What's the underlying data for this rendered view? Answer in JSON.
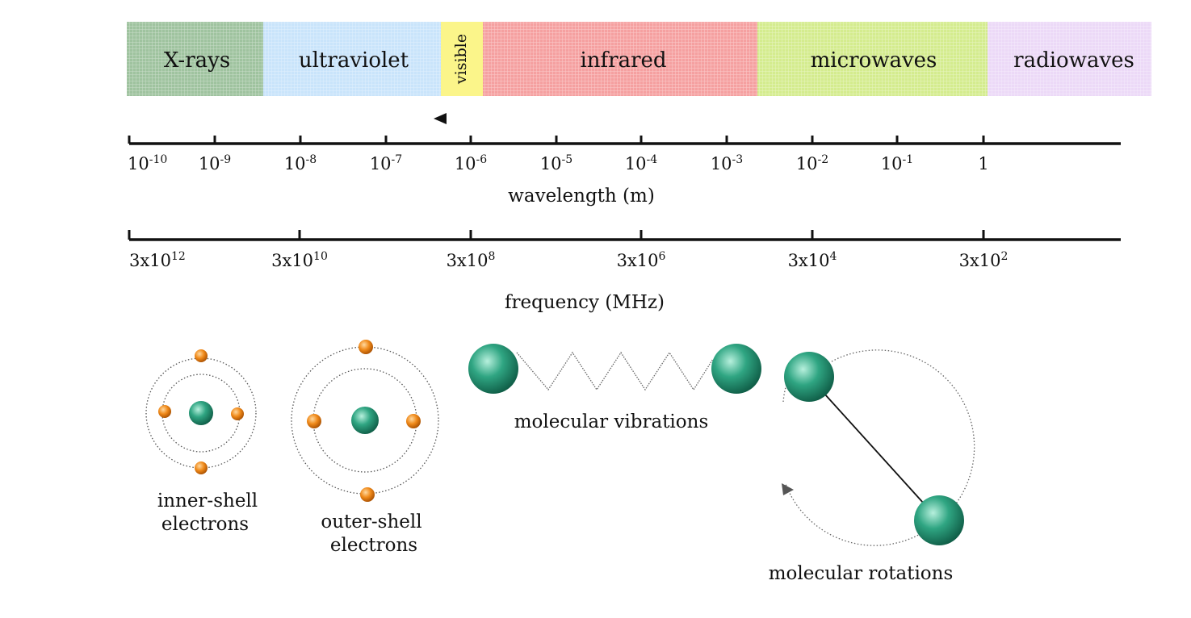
{
  "spectrum_bands": [
    {
      "id": "xrays",
      "label": "X-rays",
      "color": "#9fc39f"
    },
    {
      "id": "ultraviolet",
      "label": "ultraviolet",
      "color": "#c9e4fb"
    },
    {
      "id": "visible",
      "label": "visible",
      "color": "#fbf58a"
    },
    {
      "id": "infrared",
      "label": "infrared",
      "color": "#f5a0a0"
    },
    {
      "id": "microwaves",
      "label": "microwaves",
      "color": "#d4ec8e"
    },
    {
      "id": "radiowaves",
      "label": "radiowaves",
      "color": "#ecd9f7"
    }
  ],
  "wavelength_axis": {
    "title": "wavelength (m)",
    "ticks": [
      {
        "base": "10",
        "exp": "-10"
      },
      {
        "base": "10",
        "exp": "-9"
      },
      {
        "base": "10",
        "exp": "-8"
      },
      {
        "base": "10",
        "exp": "-7"
      },
      {
        "base": "10",
        "exp": "-6"
      },
      {
        "base": "10",
        "exp": "-5"
      },
      {
        "base": "10",
        "exp": "-4"
      },
      {
        "base": "10",
        "exp": "-3"
      },
      {
        "base": "10",
        "exp": "-2"
      },
      {
        "base": "10",
        "exp": "-1"
      },
      {
        "base": "1",
        "exp": ""
      }
    ]
  },
  "frequency_axis": {
    "title": "frequency (MHz)",
    "ticks": [
      {
        "base": "3x10",
        "exp": "12"
      },
      {
        "base": "3x10",
        "exp": "10"
      },
      {
        "base": "3x10",
        "exp": "8"
      },
      {
        "base": "3x10",
        "exp": "6"
      },
      {
        "base": "3x10",
        "exp": "4"
      },
      {
        "base": "3x10",
        "exp": "2"
      }
    ]
  },
  "captions": {
    "inner_shell_line1": "inner-shell",
    "inner_shell_line2": "electrons",
    "outer_shell_line1": "outer-shell",
    "outer_shell_line2": "electrons",
    "vibrations": "molecular vibrations",
    "rotations": "molecular rotations"
  },
  "colors": {
    "atom": "#2a9f7e",
    "electron": "#f08a1a",
    "axis": "#111111"
  }
}
